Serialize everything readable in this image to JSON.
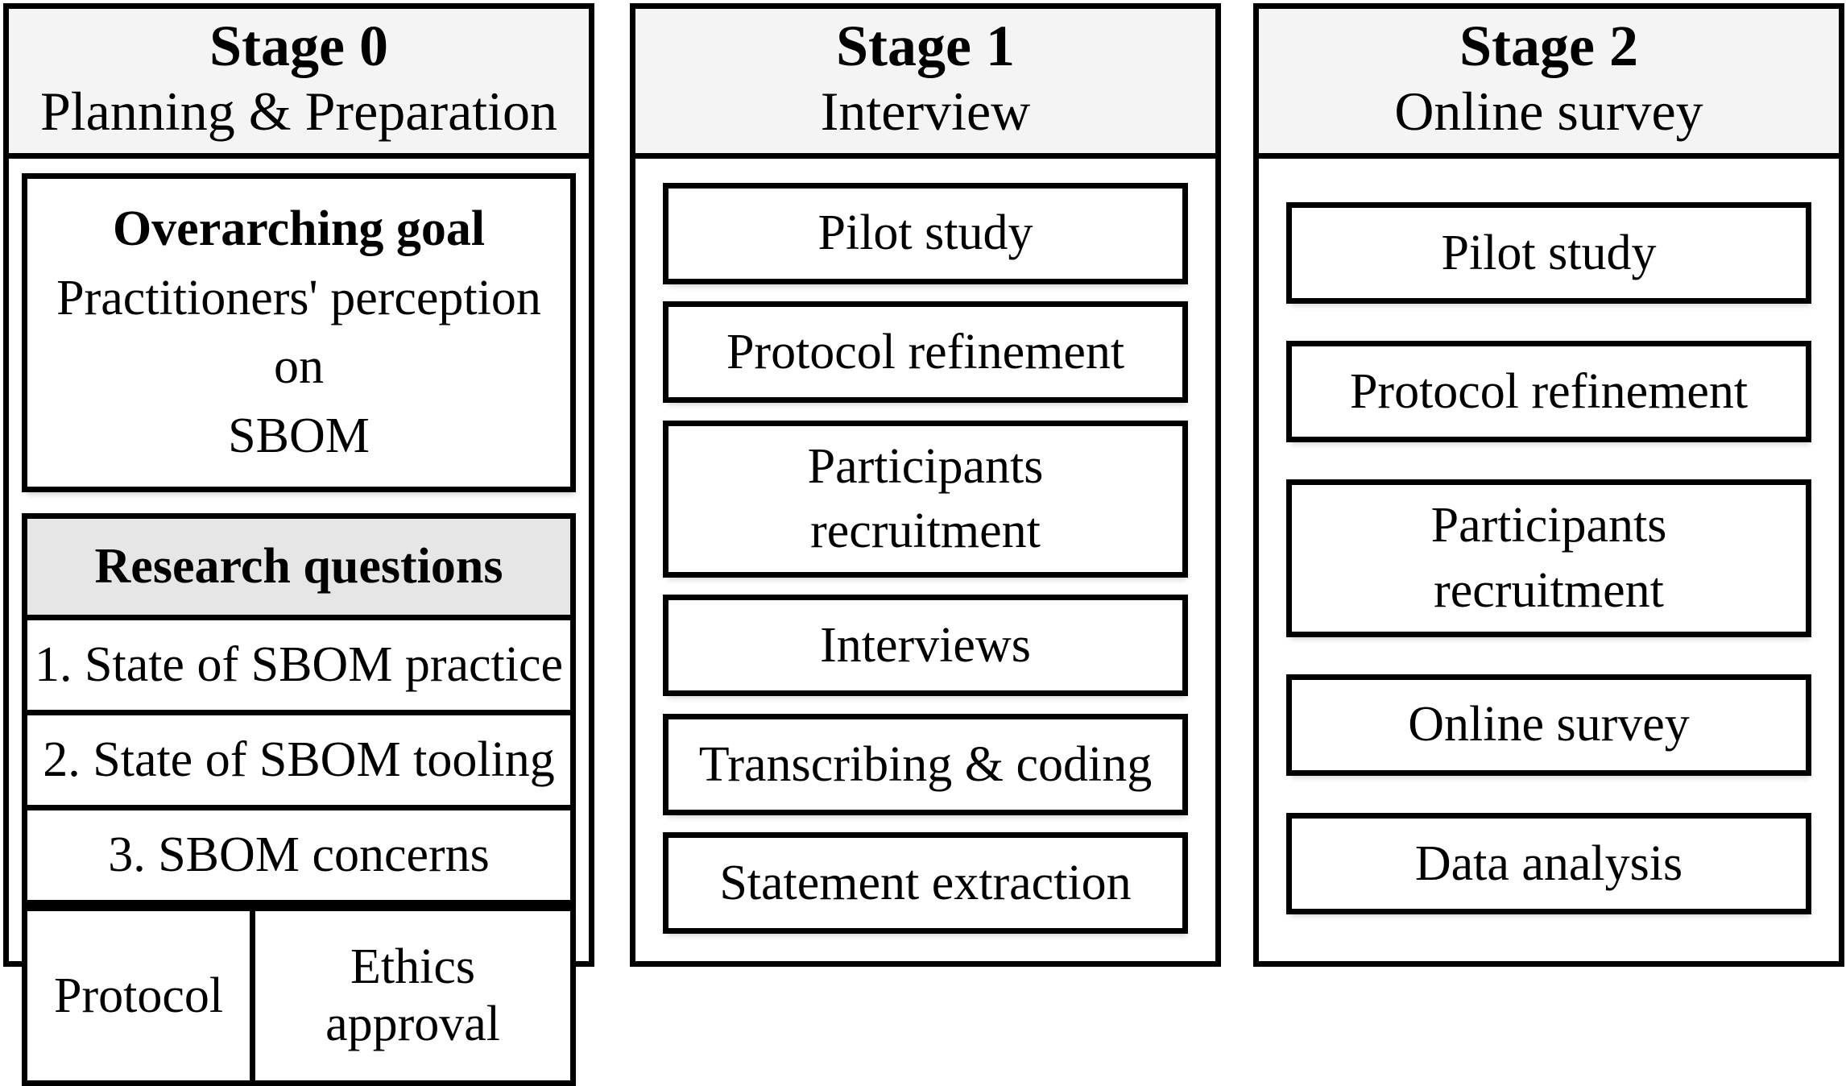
{
  "figure": {
    "columns": [
      {
        "title": "Stage 0",
        "subtitle": "Planning & Preparation",
        "goal_heading": "Overarching goal",
        "goal_text": "Practitioners' perception on\nSBOM",
        "rq_heading": "Research questions",
        "rq_items": [
          "1. State of SBOM practice",
          "2. State of SBOM tooling",
          "3. SBOM concerns"
        ],
        "footer_cells": [
          "Protocol",
          "Ethics approval"
        ]
      },
      {
        "title": "Stage 1",
        "subtitle": "Interview",
        "steps": [
          "Pilot study",
          "Protocol refinement",
          "Participants\nrecruitment",
          "Interviews",
          "Transcribing & coding",
          "Statement extraction"
        ]
      },
      {
        "title": "Stage 2",
        "subtitle": "Online survey",
        "steps": [
          "Pilot study",
          "Protocol refinement",
          "Participants\nrecruitment",
          "Online survey",
          "Data analysis"
        ]
      }
    ],
    "colors": {
      "border": "#000000",
      "header_bg": "#f5f4f4",
      "rq_header_bg": "#e7e6e6",
      "page_bg": "#ffffff"
    }
  }
}
